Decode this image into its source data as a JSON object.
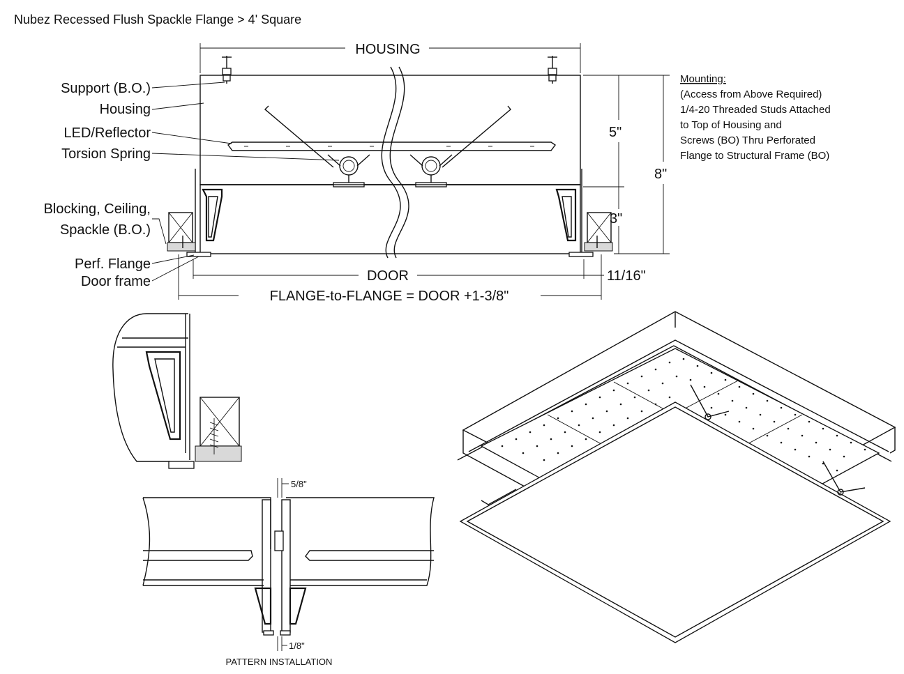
{
  "title": "Nubez Recessed Flush Spackle Flange > 4' Square",
  "labels": {
    "support": "Support (B.O.)",
    "housing": "Housing",
    "led_reflector": "LED/Reflector",
    "torsion_spring": "Torsion Spring",
    "blocking_1": "Blocking, Ceiling,",
    "blocking_2": "Spackle (B.O.)",
    "perf_flange": "Perf. Flange",
    "door_frame": "Door frame"
  },
  "dimensions": {
    "housing": "HOUSING",
    "door": "DOOR",
    "flange_to_flange": "FLANGE-to-FLANGE = DOOR +1-3/8\"",
    "five_in": "5\"",
    "three_in": "3\"",
    "eight_in": "8\"",
    "eleven_sixteenths": "11/16\"",
    "five_eighths": "5/8\"",
    "one_eighth": "1/8\""
  },
  "mounting": {
    "heading": "Mounting:",
    "lines": [
      "(Access from Above Required)",
      "1/4-20 Threaded Studs Attached",
      "to Top of Housing and",
      "Screws (BO) Thru Perforated",
      "Flange to Structural Frame (BO)"
    ]
  },
  "pattern_caption": "PATTERN INSTALLATION"
}
